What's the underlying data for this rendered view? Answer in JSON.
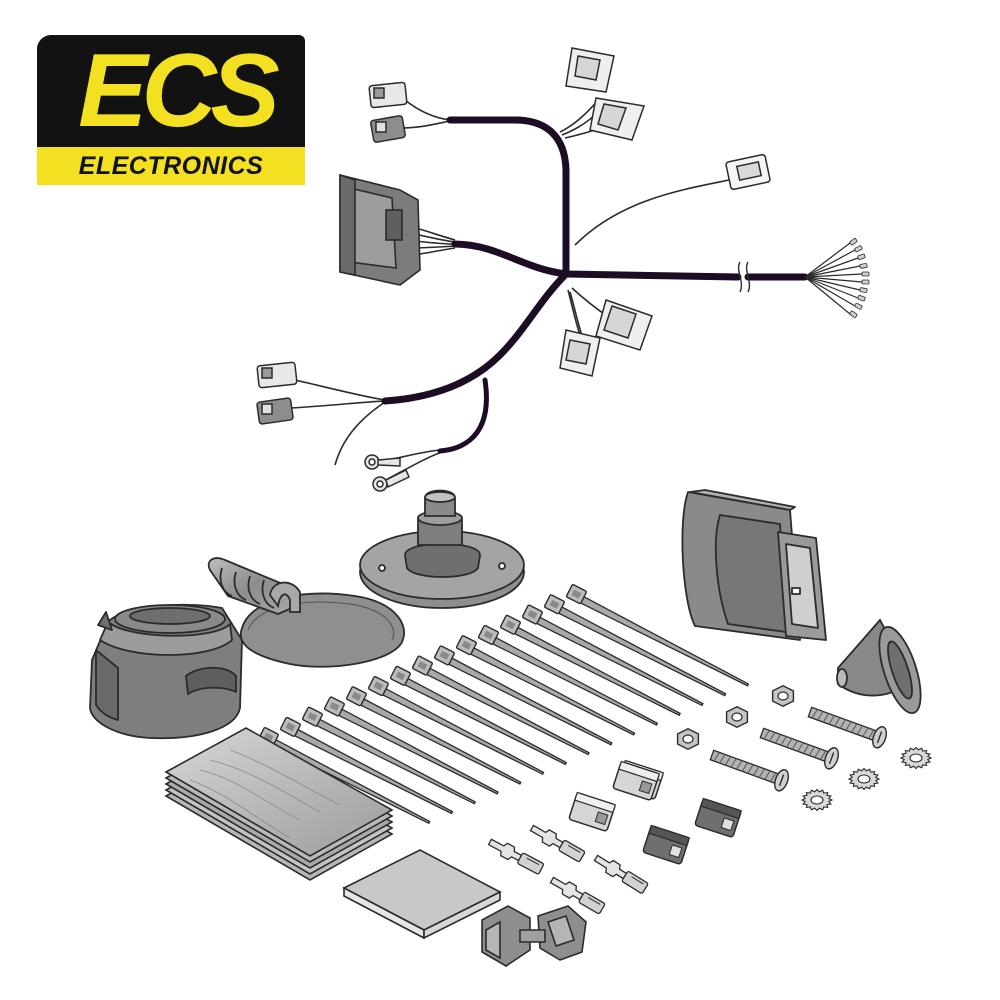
{
  "logo": {
    "main_text": "ECS",
    "sub_text": "ELECTRONICS",
    "colors": {
      "yellow": "#f3e021",
      "black": "#121212"
    }
  },
  "palette": {
    "cable": "#1c0d24",
    "outline": "#2b2b2b",
    "part_dark": "#7d7d7d",
    "part_mid": "#9a9a9a",
    "part_light": "#c9c9c9",
    "connector_light": "#efefef"
  },
  "parts": {
    "cable_ties": 15,
    "bolts": 3,
    "nuts": 3,
    "washers": 3,
    "connectors_small": 5,
    "spade_terminals": 4
  }
}
